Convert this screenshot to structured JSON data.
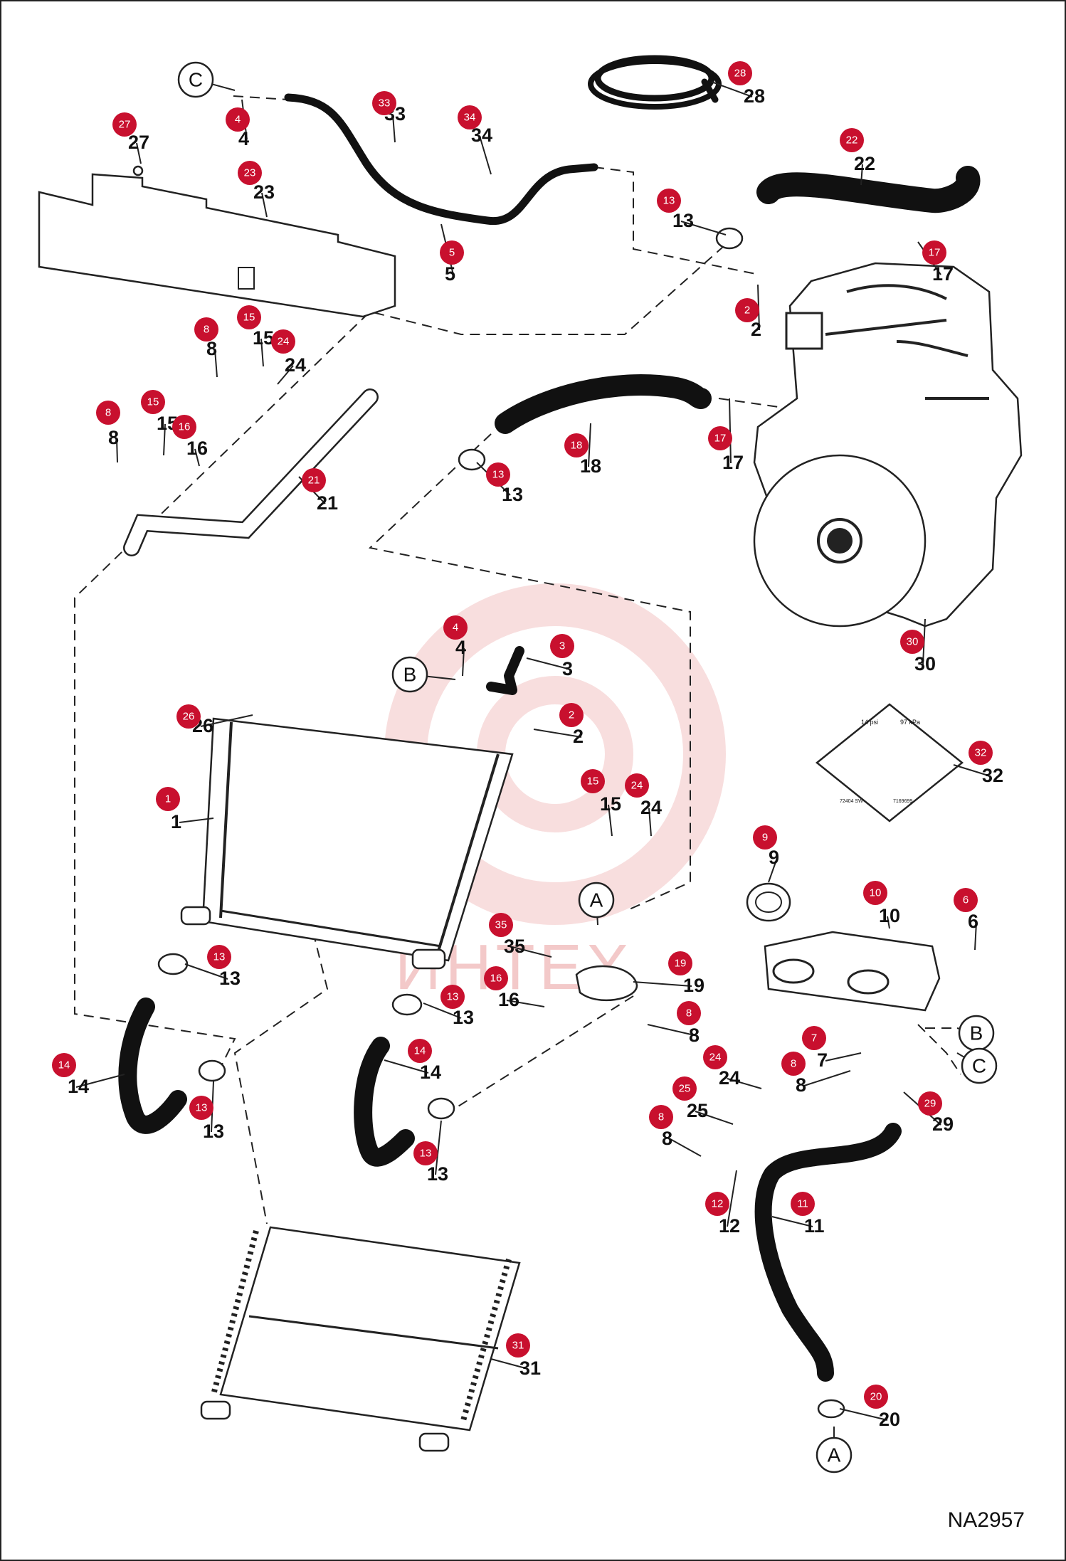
{
  "drawing_code": "NA2957",
  "watermark": "ИНТЕХ",
  "label_text": {
    "pressure_psi": "14 psi",
    "pressure_kpa": "97 kPa",
    "code_a": "72404 SW",
    "code_b": "7169699"
  },
  "callout_letters": [
    "A",
    "B",
    "C"
  ],
  "callouts": [
    {
      "id": "27",
      "num": "27",
      "badge": "27"
    },
    {
      "id": "c-top",
      "num": "4",
      "badge": "4"
    },
    {
      "id": "33",
      "num": "33",
      "badge": "33"
    },
    {
      "id": "34",
      "num": "34",
      "badge": "34"
    },
    {
      "id": "28",
      "num": "28",
      "badge": "28"
    },
    {
      "id": "23",
      "num": "23",
      "badge": "23"
    },
    {
      "id": "5",
      "num": "5",
      "badge": "5"
    },
    {
      "id": "22",
      "num": "22",
      "badge": "22"
    },
    {
      "id": "13a",
      "num": "13",
      "badge": "13"
    },
    {
      "id": "17a",
      "num": "17",
      "badge": "17"
    },
    {
      "id": "2a",
      "num": "2",
      "badge": "2"
    },
    {
      "id": "8a",
      "num": "8",
      "badge": "8"
    },
    {
      "id": "15a",
      "num": "15",
      "badge": "15"
    },
    {
      "id": "24a",
      "num": "24",
      "badge": "24"
    },
    {
      "id": "8b",
      "num": "8",
      "badge": "8"
    },
    {
      "id": "15b",
      "num": "15",
      "badge": "15"
    },
    {
      "id": "16a",
      "num": "16",
      "badge": "16"
    },
    {
      "id": "21",
      "num": "21",
      "badge": "21"
    },
    {
      "id": "18",
      "num": "18",
      "badge": "18"
    },
    {
      "id": "17b",
      "num": "17",
      "badge": "17"
    },
    {
      "id": "13b",
      "num": "13",
      "badge": "13"
    },
    {
      "id": "30",
      "num": "30",
      "badge": "30"
    },
    {
      "id": "4b",
      "num": "4",
      "badge": "4"
    },
    {
      "id": "3",
      "num": "3",
      "badge": "3"
    },
    {
      "id": "2b",
      "num": "2",
      "badge": "2"
    },
    {
      "id": "26",
      "num": "26",
      "badge": "26"
    },
    {
      "id": "1",
      "num": "1",
      "badge": "1"
    },
    {
      "id": "32",
      "num": "32",
      "badge": "32"
    },
    {
      "id": "15c",
      "num": "15",
      "badge": "15"
    },
    {
      "id": "24b",
      "num": "24",
      "badge": "24"
    },
    {
      "id": "9",
      "num": "9",
      "badge": "9"
    },
    {
      "id": "10",
      "num": "10",
      "badge": "10"
    },
    {
      "id": "6",
      "num": "6",
      "badge": "6"
    },
    {
      "id": "35",
      "num": "35",
      "badge": "35"
    },
    {
      "id": "19",
      "num": "19",
      "badge": "19"
    },
    {
      "id": "16b",
      "num": "16",
      "badge": "16"
    },
    {
      "id": "8c",
      "num": "8",
      "badge": "8"
    },
    {
      "id": "13c",
      "num": "13",
      "badge": "13"
    },
    {
      "id": "13d",
      "num": "13",
      "badge": "13"
    },
    {
      "id": "14a",
      "num": "14",
      "badge": "14"
    },
    {
      "id": "14b",
      "num": "14",
      "badge": "14"
    },
    {
      "id": "13e",
      "num": "13",
      "badge": "13"
    },
    {
      "id": "13f",
      "num": "13",
      "badge": "13"
    },
    {
      "id": "7",
      "num": "7",
      "badge": "7"
    },
    {
      "id": "8d",
      "num": "8",
      "badge": "8"
    },
    {
      "id": "24c",
      "num": "24",
      "badge": "24"
    },
    {
      "id": "25",
      "num": "25",
      "badge": "25"
    },
    {
      "id": "29",
      "num": "29",
      "badge": "29"
    },
    {
      "id": "8e",
      "num": "8",
      "badge": "8"
    },
    {
      "id": "12",
      "num": "12",
      "badge": "12"
    },
    {
      "id": "11",
      "num": "11",
      "badge": "11"
    },
    {
      "id": "31",
      "num": "31",
      "badge": "31"
    },
    {
      "id": "20",
      "num": "20",
      "badge": "20"
    }
  ]
}
